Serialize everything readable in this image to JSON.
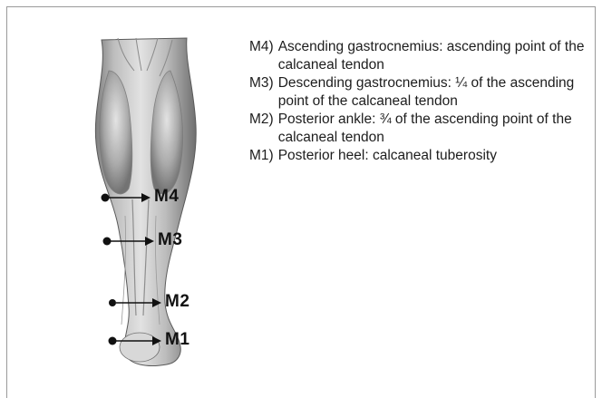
{
  "figure": {
    "markers": [
      {
        "code": "M4",
        "label": "M4"
      },
      {
        "code": "M3",
        "label": "M3"
      },
      {
        "code": "M2",
        "label": "M2"
      },
      {
        "code": "M1",
        "label": "M1"
      }
    ],
    "colors": {
      "skin": "#c9c9c9",
      "muscle_shadow": "#8a8a8a",
      "outline": "#5a5a5a",
      "marker": "#111111",
      "frame": "#9a9a9a"
    }
  },
  "legend": {
    "items": [
      {
        "code": "M4)",
        "text": "Ascending gastrocnemius: ascending point of the calcaneal tendon"
      },
      {
        "code": "M3)",
        "text": "Descending gastrocnemius: ¼ of the ascending point of the calcaneal tendon"
      },
      {
        "code": "M2)",
        "text": "Posterior ankle: ¾ of the ascending point of the calcaneal tendon"
      },
      {
        "code": "M1)",
        "text": "Posterior heel: calcaneal tuberosity"
      }
    ]
  }
}
